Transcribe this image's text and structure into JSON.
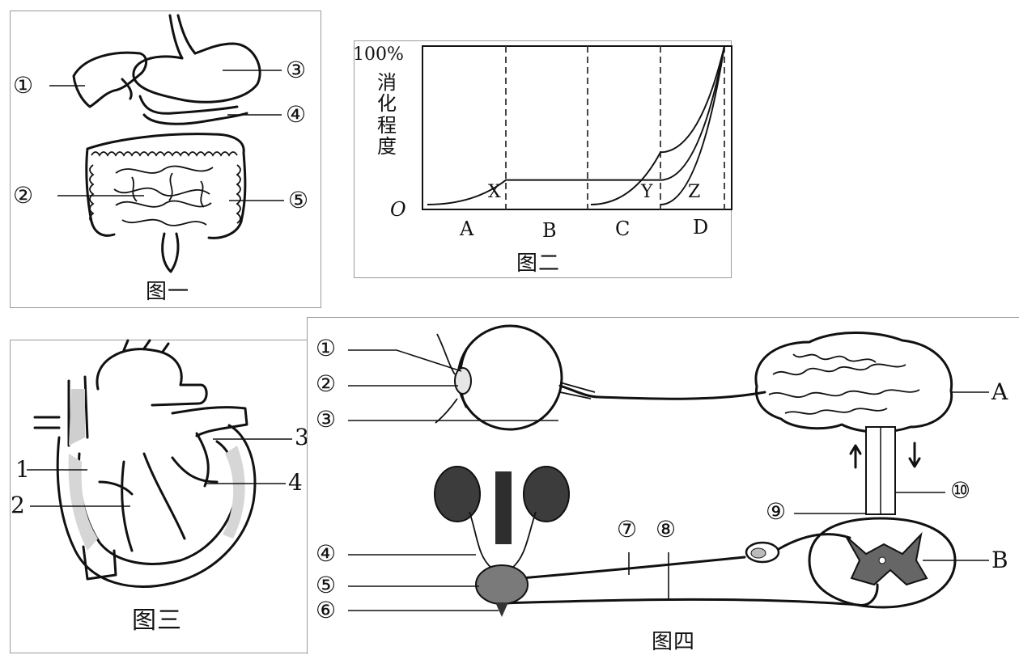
{
  "fig1": {
    "caption": "图一",
    "labels": [
      "①",
      "②",
      "③",
      "④",
      "⑤"
    ]
  },
  "fig2": {
    "caption": "图二",
    "y_top": "100%",
    "y_title": [
      "消",
      "化",
      "程",
      "度"
    ],
    "origin": "O",
    "regions": [
      "A",
      "B",
      "C",
      "D"
    ],
    "curves": [
      "X",
      "Y",
      "Z"
    ]
  },
  "fig3": {
    "caption": "图三",
    "labels": [
      "1",
      "2",
      "3",
      "4"
    ]
  },
  "fig4": {
    "caption": "图四",
    "labels": [
      "①",
      "②",
      "③",
      "④",
      "⑤",
      "⑥",
      "⑦",
      "⑧",
      "⑨",
      "⑩"
    ],
    "brain": "A",
    "cord": "B"
  },
  "chart_data": {
    "type": "line",
    "ylabel": "消化程度",
    "xlabel": "",
    "categories": [
      "A",
      "B",
      "C",
      "D"
    ],
    "ylim": [
      0,
      100
    ],
    "y_tick_labels": [
      "O",
      "100%"
    ],
    "series": [
      {
        "name": "X",
        "points": [
          [
            "A",
            3
          ],
          [
            "A|B",
            18
          ],
          [
            "B",
            18
          ],
          [
            "C",
            18
          ],
          [
            "C|D",
            18
          ],
          [
            "D end",
            100
          ]
        ]
      },
      {
        "name": "Y",
        "points": [
          [
            "C start",
            3
          ],
          [
            "C|D",
            35
          ],
          [
            "D end",
            100
          ]
        ]
      },
      {
        "name": "Z",
        "points": [
          [
            "C|D",
            3
          ],
          [
            "D end",
            100
          ]
        ]
      }
    ]
  }
}
